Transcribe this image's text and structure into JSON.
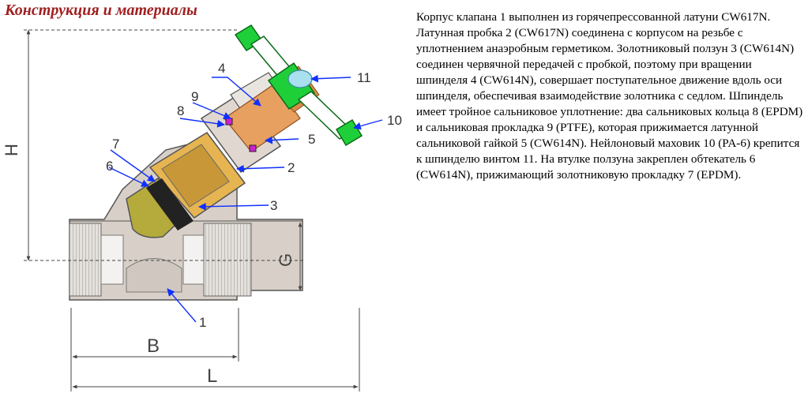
{
  "title": "Конструкция и материалы",
  "description": "Корпус клапана 1 выполнен из горячепрессованной латуни CW617N. Латунная пробка 2 (CW617N) соединена с корпусом на резьбе с уплотнением анаэробным герметиком.  Золотниковый ползун 3 (CW614N) соединен червячной передачей с пробкой, поэтому при вращении шпинделя 4 (CW614N), совершает поступательное движение вдоль оси шпинделя, обеспечивая взаимодействие золотника с седлом. Шпиндель имеет тройное сальниковое уплотнение: два сальниковых кольца 8 (EPDM) и сальниковая прокладка 9 (PTFE), которая прижимается латунной сальниковой гайкой 5 (CW614N). Нейлоновый маховик 10 (PA-6) крепится к шпинделю винтом 11. На втулке ползуна закреплен обтекатель 6 (CW614N), прижимающий золотниковую прокладку 7 (EPDM).",
  "drawing": {
    "callouts": [
      "1",
      "2",
      "3",
      "4",
      "5",
      "6",
      "7",
      "8",
      "9",
      "10",
      "11"
    ],
    "dimensions": {
      "height": "H",
      "port": "G",
      "body_length": "B",
      "total_length": "L"
    }
  },
  "colors": {
    "title": "#a02020",
    "body": "#d8d0c8",
    "brass": "#e6b450",
    "olive": "#b5aa3c",
    "stem": "#e8a060",
    "handwheel": "#1fcf3a",
    "screw": "#a8e0f0",
    "ring": "#d020d0",
    "callout": "#1030ff"
  }
}
